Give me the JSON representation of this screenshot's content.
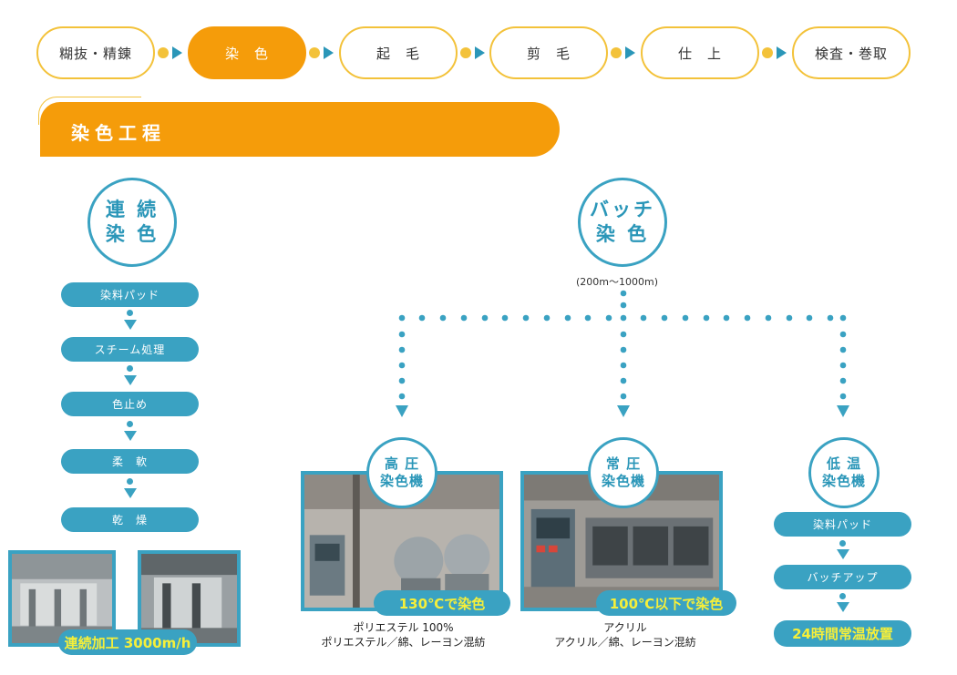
{
  "steps": [
    "糊抜・精錬",
    "染　色",
    "起　毛",
    "剪　毛",
    "仕　上",
    "検査・巻取"
  ],
  "section_title": "染色工程",
  "continuous": {
    "title_line1": "連 続",
    "title_line2": "染 色",
    "flow": [
      "染料パッド",
      "スチーム処理",
      "色止め",
      "柔　軟",
      "乾　燥"
    ],
    "badge": "連続加工 3000m/h"
  },
  "batch": {
    "title_line1": "バッチ",
    "title_line2": "染 色",
    "range": "(200m〜1000m)"
  },
  "machines": [
    {
      "title_line1": "高 圧",
      "title_line2": "染色機",
      "badge": "130℃で染色",
      "caption_line1": "ポリエステル 100%",
      "caption_line2": "ポリエステル／綿、レーヨン混紡"
    },
    {
      "title_line1": "常 圧",
      "title_line2": "染色機",
      "badge": "100℃以下で染色",
      "caption_line1": "アクリル",
      "caption_line2": "アクリル／綿、レーヨン混紡"
    },
    {
      "title_line1": "低 温",
      "title_line2": "染色機",
      "flow": [
        "染料パッド",
        "バッチアップ",
        "24時間常温放置"
      ]
    }
  ],
  "colors": {
    "accent_orange": "#f59c0a",
    "step_border": "#f3c23a",
    "teal": "#3aa2c2",
    "highlight_yellow": "#f5ef3a"
  }
}
